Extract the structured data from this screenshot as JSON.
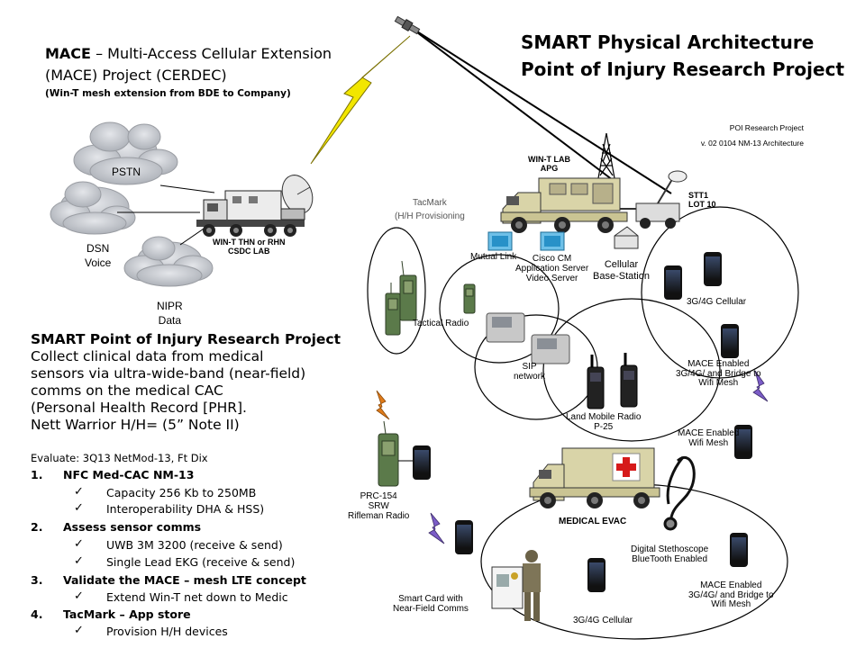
{
  "title": {
    "line1": "SMART  Physical Architecture",
    "line2": "Point of Injury Research Project"
  },
  "version": {
    "line1": "POI Research  Project",
    "line2": "v. 02  0104  NM-13  Architecture"
  },
  "mace": {
    "bold": "MACE",
    "rest": " – Multi-Access  Cellular Extension",
    "line2": "(MACE) Project (CERDEC)",
    "line3": "(Win-T mesh extension from BDE to Company)"
  },
  "clouds": {
    "pstn": "PSTN",
    "dsn1": "DSN",
    "dsn2": "Voice",
    "nipr1": "NIPR",
    "nipr2": "Data"
  },
  "truck_label": {
    "line1": "WIN-T THN or RHN",
    "line2": "CSDC LAB"
  },
  "apg": {
    "line1": "WIN-T LAB",
    "line2": "APG"
  },
  "stt": {
    "line1": "STT1",
    "line2": "LOT 10"
  },
  "tacmark": {
    "line1": "TacMark",
    "line2": "(H/H Provisioning"
  },
  "servers": {
    "mutual": "Mutual Link",
    "cisco1": "Cisco CM",
    "cisco2": "Application Server",
    "cisco3": "Video Server"
  },
  "cellular_bs": {
    "line1": "Cellular",
    "line2": "Base-Station"
  },
  "cell_3g": "3G/4G Cellular",
  "tactical_radio": "Tactical Radio",
  "sip": {
    "line1": "SIP",
    "line2": "network"
  },
  "mace_bridge_top": {
    "line1": "MACE Enabled",
    "line2": "3G/4G/ and Bridge to",
    "line3": "Wifi Mesh"
  },
  "mace_wifi": {
    "line1": "MACE Enabled",
    "line2": "Wifi Mesh"
  },
  "lmr": {
    "line1": "Land Mobile Radio",
    "line2": "P-25"
  },
  "prc": {
    "line1": "PRC-154",
    "line2": "SRW",
    "line3": "Rifleman Radio"
  },
  "medevac": "MEDICAL EVAC",
  "stetho": {
    "line1": "Digital Stethoscope",
    "line2": "BlueTooth Enabled"
  },
  "smartcard": {
    "line1": "Smart Card with",
    "line2": "Near-Field Comms"
  },
  "cell_3g_bottom": "3G/4G Cellular",
  "mace_bridge_bottom": {
    "line1": "MACE Enabled",
    "line2": "3G/4G/ and Bridge to",
    "line3": "Wifi Mesh"
  },
  "smart": {
    "heading": "SMART  Point of Injury Research Project",
    "p1": "Collect clinical data from  medical",
    "p2": "sensors via ultra-wide-band (near-field)",
    "p3": "comms  on the medical CAC",
    "p4": "(Personal Health Record [PHR].",
    "p5": "Nett Warrior H/H= (5” Note II)",
    "evaluate": "Evaluate:   3Q13 NetMod-13, Ft Dix"
  },
  "list": [
    {
      "num": "1.",
      "title": "NFC Med-CAC NM-13",
      "subs": [
        "Capacity  256 Kb to 250MB",
        "Interoperability  DHA & HSS)"
      ]
    },
    {
      "num": "2.",
      "title": "Assess sensor comms",
      "subs": [
        "UWB 3M 3200    (receive & send)",
        "Single Lead EKG  (receive & send)"
      ]
    },
    {
      "num": "3.",
      "title": "Validate the MACE – mesh LTE concept",
      "subs": [
        "Extend Win-T net down to Medic"
      ]
    },
    {
      "num": "4.",
      "title": "TacMark – App store",
      "subs": [
        "Provision H/H devices"
      ]
    }
  ],
  "colors": {
    "lightning_fill": "#f2e600",
    "lightning_stroke": "#7a7000",
    "purple_bolt": "#7b5cc7",
    "orange_bolt": "#e07b1a",
    "cloud": "#c9ccd2",
    "vehicle": "#d9d4a8",
    "radio_green": "#5b7a4a",
    "red_cross": "#d61a1a"
  }
}
